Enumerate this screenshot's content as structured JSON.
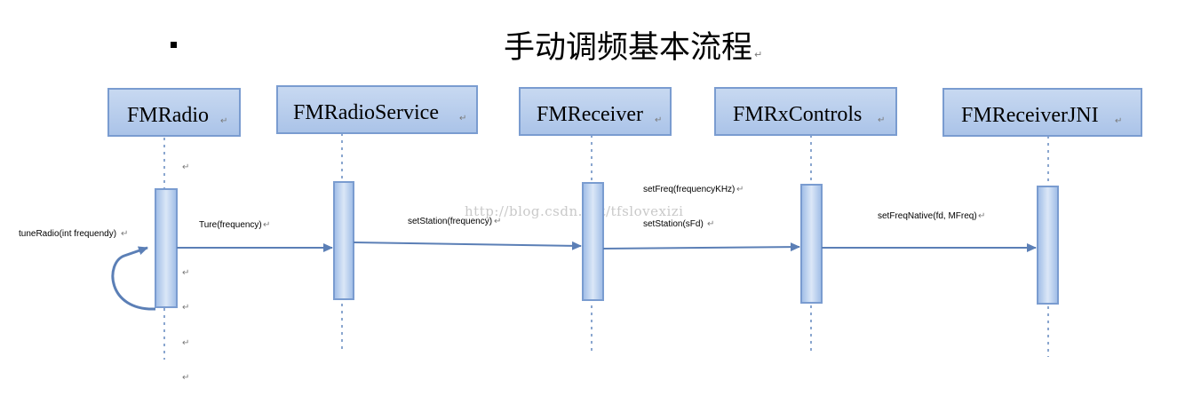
{
  "title": "手动调频基本流程",
  "watermark": "http://blog.csdn.net/tfslovexizi",
  "participants": [
    {
      "id": "fmradio",
      "label": "FMRadio"
    },
    {
      "id": "fmradioservice",
      "label": "FMRadioService"
    },
    {
      "id": "fmreceiver",
      "label": "FMReceiver"
    },
    {
      "id": "fmrxcontrols",
      "label": "FMRxControls"
    },
    {
      "id": "fmreceiverjni",
      "label": "FMReceiverJNI"
    }
  ],
  "messages": {
    "self_call": "tuneRadio(int frequendy)",
    "m1": "Ture(frequency)",
    "m2": "setStation(frequency)",
    "m3a": "setFreq(frequencyKHz)",
    "m3b": "setStation(sFd)",
    "m4": "setFreqNative(fd, MFreq)"
  },
  "paragraph_mark": "↵",
  "colors": {
    "box_fill": "#bcd0ec",
    "box_border": "#7a9cd0",
    "lifeline": "#8aa6cf",
    "arrow": "#5b7fb6"
  }
}
